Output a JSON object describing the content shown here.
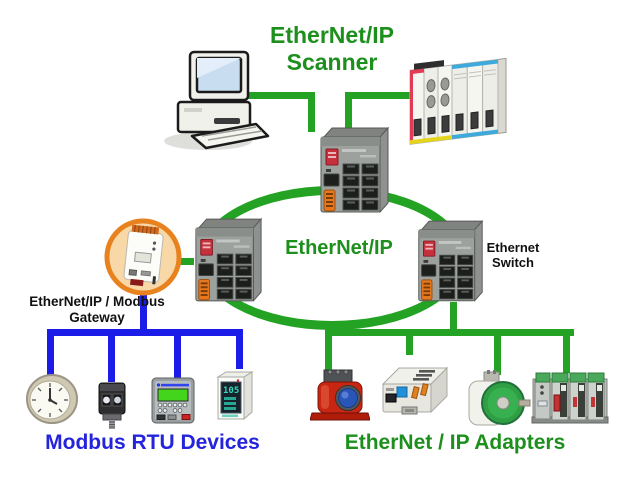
{
  "meta": {
    "type": "network-architecture-diagram",
    "background": "#ffffff"
  },
  "labels": {
    "scanner_line1": "EtherNet/IP",
    "scanner_line2": "Scanner",
    "ring": "EtherNet/IP",
    "ethernet_switch_line1": "Ethernet",
    "ethernet_switch_line2": "Switch",
    "gateway_line1": "EtherNet/IP / Modbus",
    "gateway_line2": "Gateway",
    "modbus_devices": "Modbus RTU Devices",
    "adapters": "EtherNet / IP Adapters"
  },
  "colors": {
    "network_green": "#23a223",
    "text_green": "#1d8f1d",
    "network_blue": "#1c1ce8",
    "text_blue": "#2424dd",
    "label_black": "#111111",
    "gateway_ring_orange": "#e8821e",
    "gateway_fill": "#f8d8a6",
    "switch_body_gray": "#9da19d",
    "switch_port_black": "#1d1f1d",
    "switch_connector_orange": "#e6771c"
  },
  "nodes": {
    "scanner_computer": "desktop-computer-icon",
    "scanner_plc": "plc-rack-icon",
    "switch_top": "ethernet-switch-icon",
    "switch_left": "ethernet-switch-icon",
    "switch_right": "ethernet-switch-icon",
    "gateway": "modbus-gateway-icon",
    "modbus_rtu_devices": [
      "analog-gauge-icon",
      "photoelectric-sensor-icon",
      "keypad-controller-icon",
      "panel-meter-icon"
    ],
    "ethernet_ip_adapters": [
      "motor-actuator-icon",
      "remote-io-module-icon",
      "rotary-encoder-icon",
      "contactor-bank-icon"
    ]
  }
}
